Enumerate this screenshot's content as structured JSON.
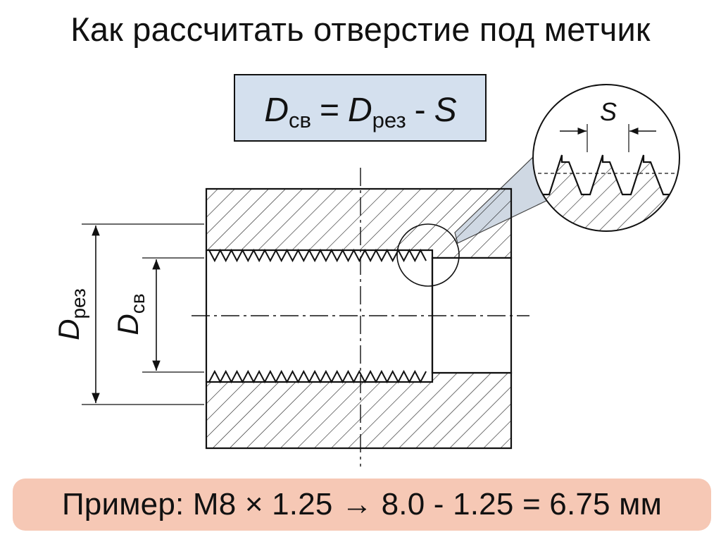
{
  "title": "Как рассчитать отверстие под метчик",
  "formula": {
    "d_sv_main": "D",
    "d_sv_sub": "св",
    "equals": "=",
    "d_rez_main": "D",
    "d_rez_sub": "рез",
    "minus": "-",
    "s": "S",
    "box_color": "#d4e0ee"
  },
  "labels": {
    "pitch": "S",
    "d_rez_main": "D",
    "d_rez_sub": "рез",
    "d_sv_main": "D",
    "d_sv_sub": "св"
  },
  "example": {
    "text": "Пример: M8 × 1.25 → 8.0 - 1.25 = 6.75 мм",
    "box_color": "#f6c8b5"
  }
}
